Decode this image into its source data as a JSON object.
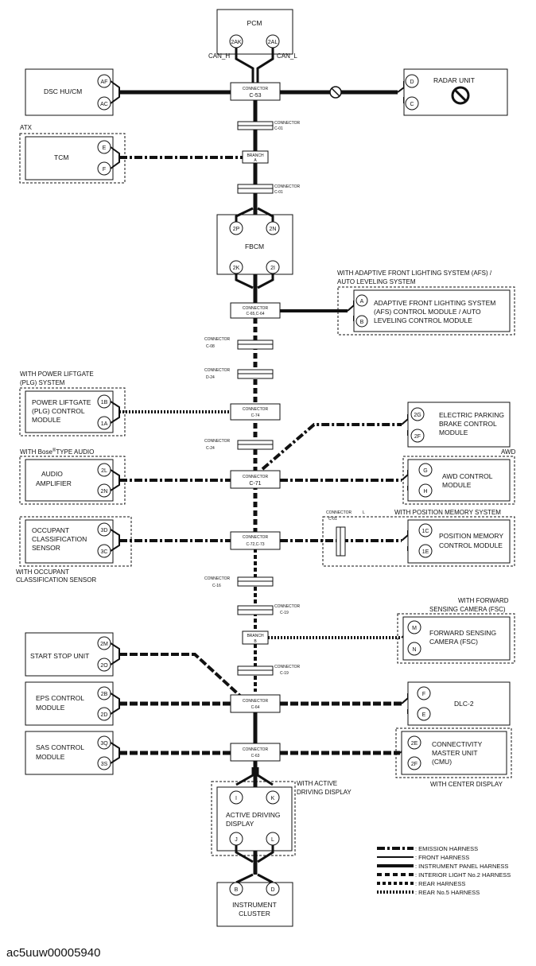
{
  "figure_id": "ac5uuw00005940",
  "top_labels": {
    "can_h": "CAN_H",
    "can_l": "CAN_L",
    "atx": "ATX",
    "afs_option": "WITH ADAPTIVE FRONT LIGHTING SYSTEM (AFS) /",
    "afs_option2": "AUTO LEVELING SYSTEM",
    "plg_option": "WITH POWER LIFTGATE",
    "plg_option2": "(PLG) SYSTEM",
    "bose_pre": "WITH Bose",
    "bose_reg": "®",
    "bose_post": "TYPE AUDIO",
    "awd": "AWD",
    "pos_mem_option": "WITH POSITION MEMORY SYSTEM",
    "occ_option": "WITH OCCUPANT",
    "occ_option2": "CLASSIFICATION SENSOR",
    "fsc_option": "WITH FORWARD",
    "fsc_option2": "SENSING CAMERA (FSC)",
    "center_display": "WITH CENTER DISPLAY",
    "active_option": "WITH ACTIVE",
    "active_option2": "DRIVING DISPLAY"
  },
  "modules": {
    "pcm": "PCM",
    "dsc_line1": "DSC HU/CM",
    "radar": "RADAR UNIT",
    "tcm": "TCM",
    "fbcm": "FBCM",
    "afs_l1": "ADAPTIVE FRONT LIGHTING SYSTEM",
    "afs_l2": "(AFS) CONTROL MODULE / AUTO",
    "afs_l3": "LEVELING CONTROL MODULE",
    "plg_l1": "POWER LIFTGATE",
    "plg_l2": "(PLG) CONTROL",
    "plg_l3": "MODULE",
    "epb_l1": "ELECTRIC PARKING",
    "epb_l2": "BRAKE CONTROL",
    "epb_l3": "MODULE",
    "amp_l1": "AUDIO",
    "amp_l2": "AMPLIFIER",
    "awd_l1": "AWD CONTROL",
    "awd_l2": "MODULE",
    "occ_l1": "OCCUPANT",
    "occ_l2": "CLASSIFICATION",
    "occ_l3": "SENSOR",
    "posm_l1": "POSITION MEMORY",
    "posm_l2": "CONTROL MODULE",
    "ssu": "START STOP UNIT",
    "fsc_l1": "FORWARD SENSING",
    "fsc_l2": "CAMERA (FSC)",
    "eps_l1": "EPS CONTROL",
    "eps_l2": "MODULE",
    "dlc": "DLC-2",
    "sas_l1": "SAS CONTROL",
    "sas_l2": "MODULE",
    "cmu_l1": "CONNECTIVITY",
    "cmu_l2": "MASTER UNIT",
    "cmu_l3": "(CMU)",
    "add_l1": "ACTIVE DRIVING",
    "add_l2": "DISPLAY",
    "ic_l1": "INSTRUMENT",
    "ic_l2": "CLUSTER"
  },
  "pins": {
    "pcm_a": "2AK",
    "pcm_b": "2AL",
    "dsc_a": "AF",
    "dsc_b": "AC",
    "radar_a": "D",
    "radar_b": "C",
    "tcm_a": "E",
    "tcm_b": "F",
    "fbcm_a": "2P",
    "fbcm_b": "2N",
    "fbcm_c": "2K",
    "fbcm_d": "2I",
    "afs_a": "A",
    "afs_b": "B",
    "plg_a": "1B",
    "plg_b": "1A",
    "epb_a": "2G",
    "epb_b": "2F",
    "amp_a": "2L",
    "amp_b": "2N",
    "awd_a": "G",
    "awd_b": "H",
    "occ_a": "3D",
    "occ_b": "3C",
    "posm_a": "1C",
    "posm_b": "1E",
    "ssu_a": "2M",
    "ssu_b": "2O",
    "fsc_a": "M",
    "fsc_b": "N",
    "eps_a": "2B",
    "eps_b": "2D",
    "dlc_a": "F",
    "dlc_b": "E",
    "sas_a": "3Q",
    "sas_b": "3S",
    "cmu_a": "2E",
    "cmu_b": "2F",
    "add_a": "I",
    "add_b": "K",
    "add_c": "J",
    "add_d": "L",
    "ic_a": "B",
    "ic_b": "D"
  },
  "connectors": {
    "word": "CONNECTOR",
    "branch": "BRANCH",
    "c53": "C-53",
    "c01a": "C-01",
    "branch_a": "A",
    "c01b": "C-01",
    "c6364": "C-65,C-64",
    "c08": "C-08",
    "d24a": "D-24",
    "c74": "C-74",
    "c24b": "C-24",
    "c71": "C-71",
    "c7273": "C-72,C-73",
    "c01c": "C-01",
    "posm_conn_letter": "L",
    "c16": "C-16",
    "c19a": "C-19",
    "branch_b": "B",
    "c19b": "C-19",
    "c64": "C-64",
    "c63": "C-63"
  },
  "legend": [
    {
      "name": "EMISSION HARNESS",
      "style": "dash-dot-heavy"
    },
    {
      "name": "FRONT HARNESS",
      "style": "solid-thin"
    },
    {
      "name": "INSTRUMENT PANEL HARNESS",
      "style": "solid-thick"
    },
    {
      "name": "INTERIOR LIGHT No.2 HARNESS",
      "style": "dash"
    },
    {
      "name": "REAR HARNESS",
      "style": "dash-dot"
    },
    {
      "name": "REAR No.5 HARNESS",
      "style": "dot"
    }
  ],
  "legend_prefix": ": ",
  "colors": {
    "line": "#111111",
    "background": "#ffffff"
  }
}
